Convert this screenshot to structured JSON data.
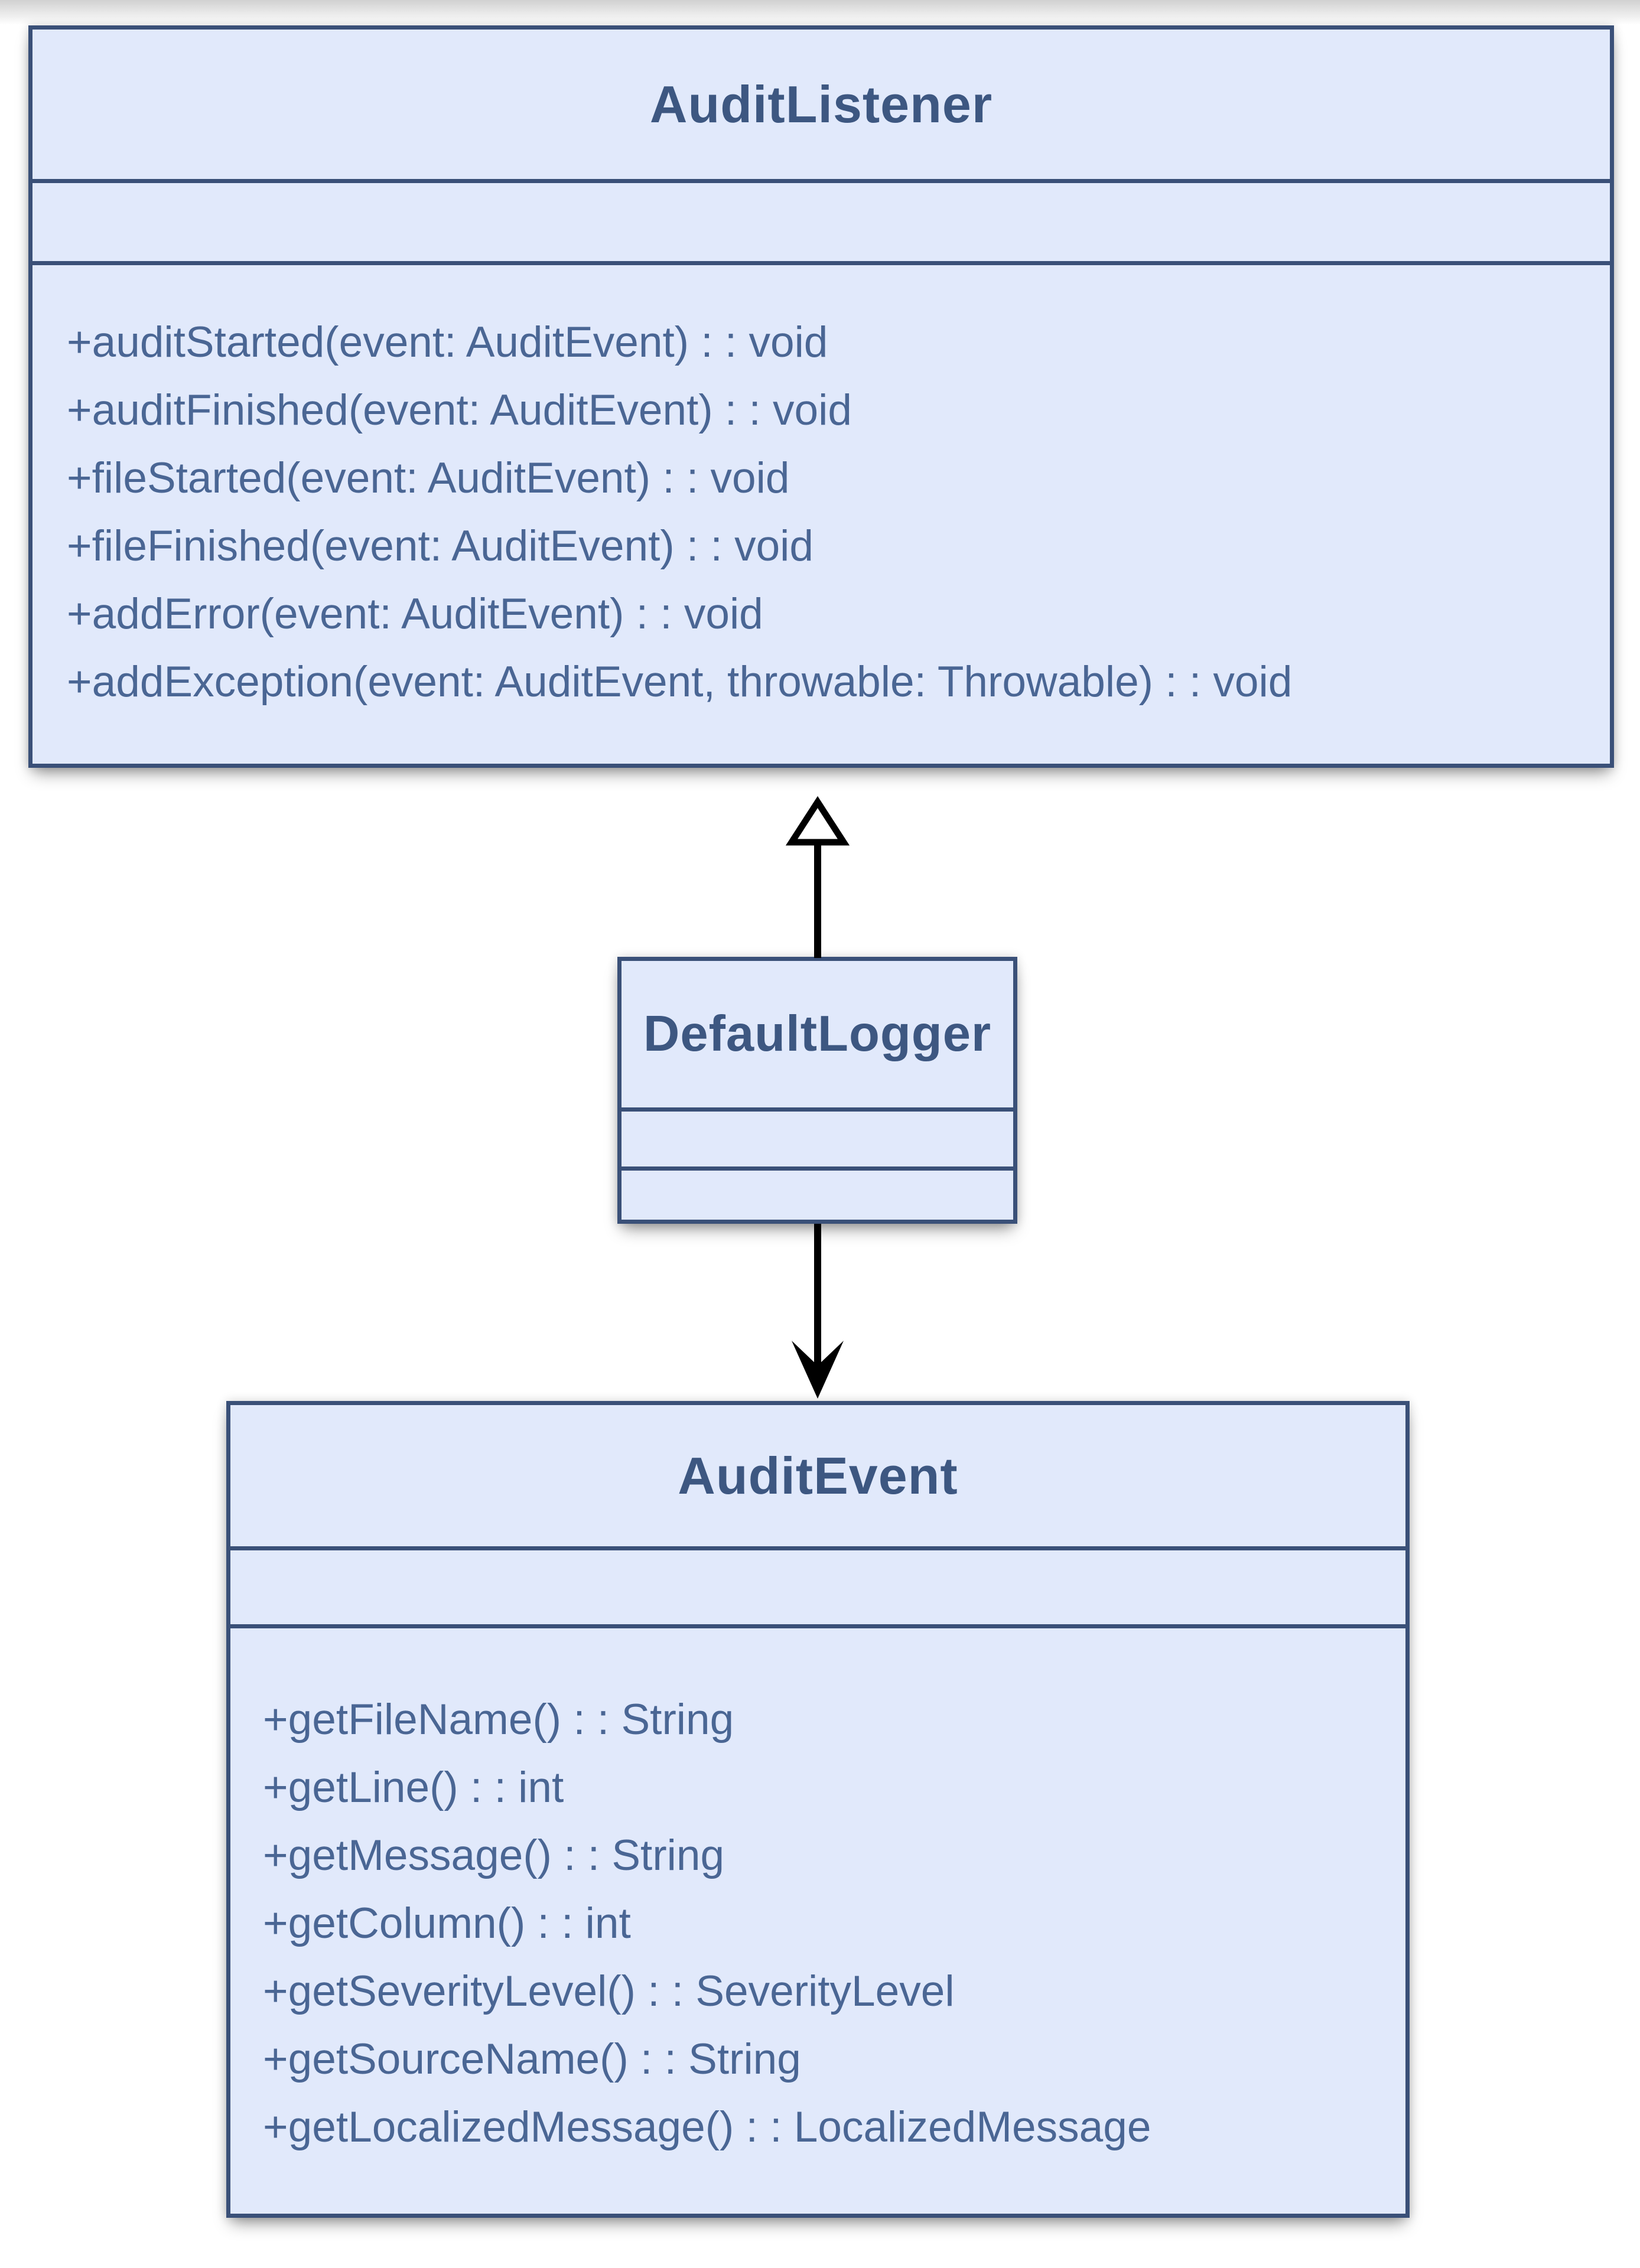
{
  "diagram": {
    "type": "uml-class-diagram",
    "background": "#ffffff",
    "classes": [
      {
        "name": "AuditListener",
        "attributes": [],
        "methods": [
          "+auditStarted(event: AuditEvent) : : void",
          "+auditFinished(event: AuditEvent) : : void",
          "+fileStarted(event: AuditEvent) : : void",
          "+fileFinished(event: AuditEvent) : : void",
          "+addError(event: AuditEvent) : : void",
          "+addException(event: AuditEvent, throwable: Throwable) : : void"
        ]
      },
      {
        "name": "DefaultLogger",
        "attributes": [],
        "methods": []
      },
      {
        "name": "AuditEvent",
        "attributes": [],
        "methods": [
          "+getFileName() : : String",
          "+getLine() : : int",
          "+getMessage() : : String",
          "+getColumn() : : int",
          "+getSeverityLevel() : : SeverityLevel",
          "+getSourceName() : : String",
          "+getLocalizedMessage() : : LocalizedMessage"
        ]
      }
    ],
    "relationships": [
      {
        "from": "DefaultLogger",
        "to": "AuditListener",
        "type": "generalization",
        "arrowhead": "hollow-triangle-up"
      },
      {
        "from": "DefaultLogger",
        "to": "AuditEvent",
        "type": "directed-association",
        "arrowhead": "vee-down"
      }
    ],
    "colors": {
      "class_fill": "#e1e9fb",
      "class_border": "#3a5078",
      "title_text": "#3d5781",
      "method_text": "#4a6694",
      "arrow": "#000000"
    }
  }
}
